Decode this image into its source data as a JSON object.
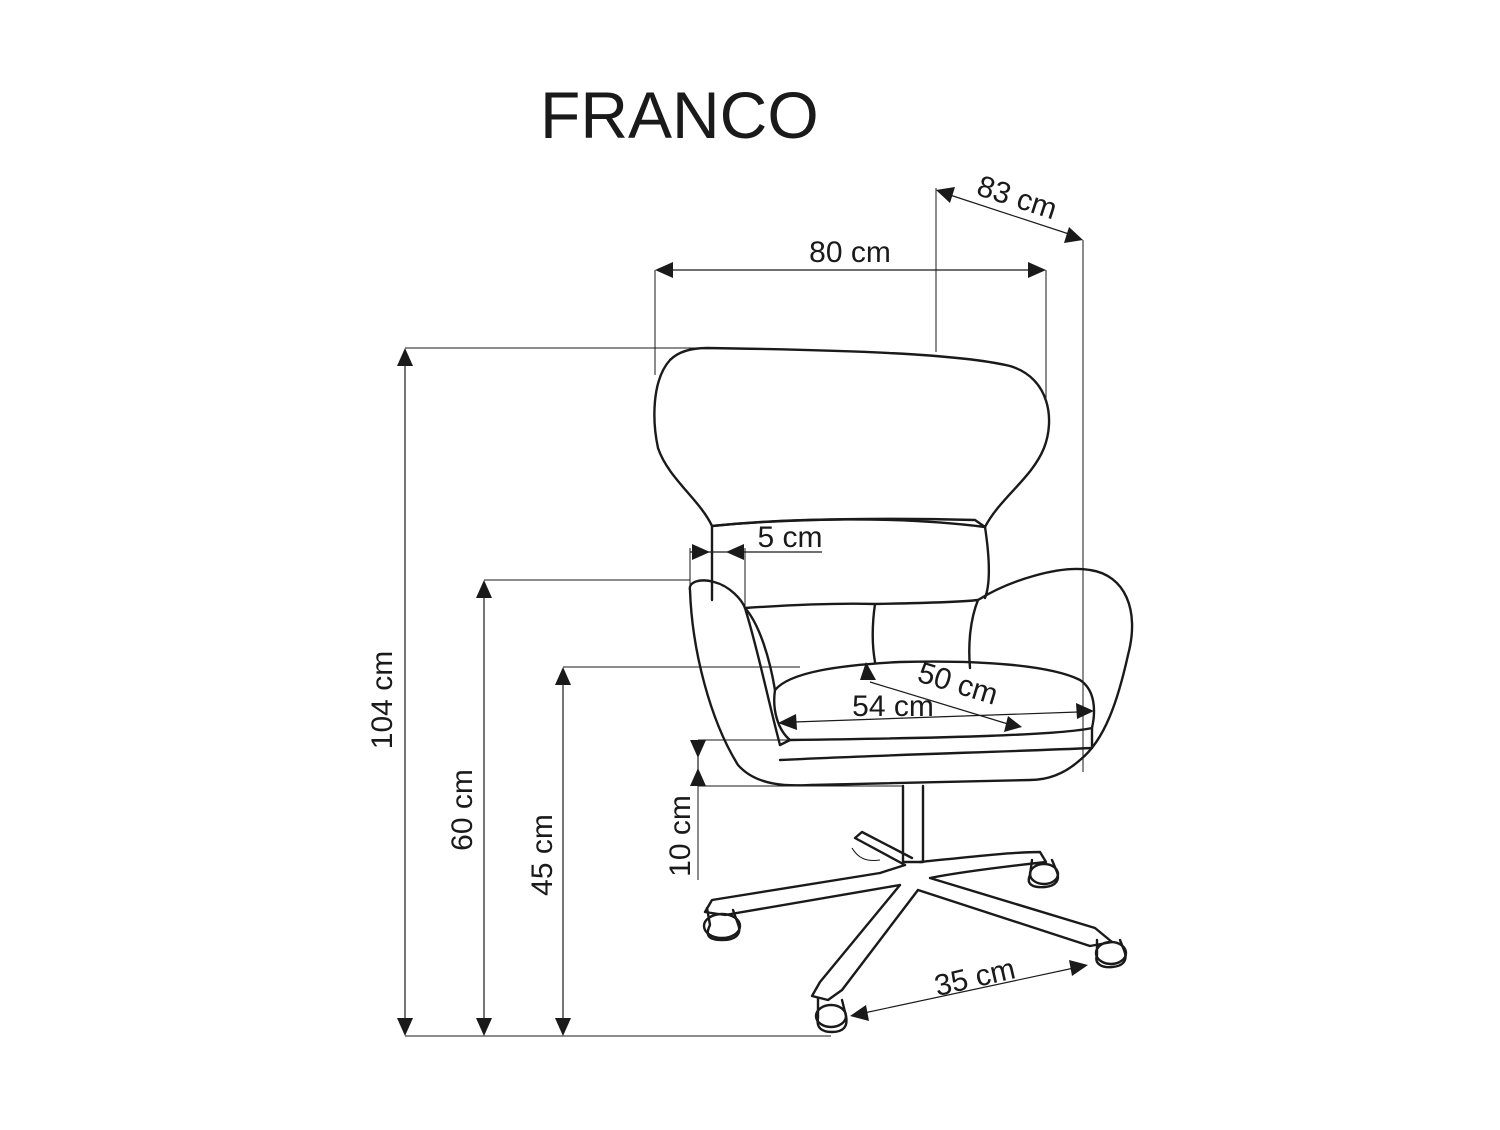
{
  "product": {
    "name": "FRANCO"
  },
  "dimensions": {
    "height_total": "104 cm",
    "armrest_height": "60 cm",
    "seat_height": "45 cm",
    "height_adjust": "10 cm",
    "width": "80 cm",
    "depth": "83 cm",
    "seat_width": "54 cm",
    "seat_depth": "50 cm",
    "backrest_offset": "5 cm",
    "base_radius": "35 cm"
  },
  "colors": {
    "line": "#1a1a1a",
    "background": "#ffffff"
  }
}
